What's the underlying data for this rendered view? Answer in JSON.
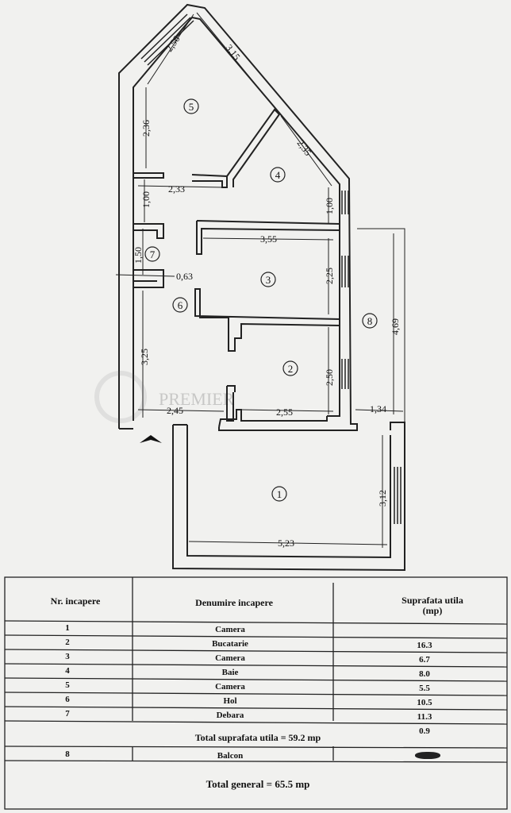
{
  "plan": {
    "dimensions": [
      "2,56",
      "3,15",
      "2,36",
      "2,35",
      "2,33",
      "1,00",
      "1,00",
      "3,55",
      "1,50",
      "0,63",
      "2,25",
      "4,69",
      "3,25",
      "2,50",
      "2,45",
      "2,55",
      "1,34",
      "3,12",
      "5,23"
    ],
    "room_labels": [
      "1",
      "2",
      "3",
      "4",
      "5",
      "6",
      "7",
      "8"
    ],
    "watermark": "PREMIER"
  },
  "table": {
    "headers": [
      "Nr. incapere",
      "Denumire incapere",
      "Suprafata utila (mp)"
    ],
    "rows": [
      {
        "nr": "1",
        "name": "Camera",
        "area": "16.3"
      },
      {
        "nr": "2",
        "name": "Bucatarie",
        "area": "6.7"
      },
      {
        "nr": "3",
        "name": "Camera",
        "area": "8.0"
      },
      {
        "nr": "4",
        "name": "Baie",
        "area": "5.5"
      },
      {
        "nr": "5",
        "name": "Camera",
        "area": "10.5"
      },
      {
        "nr": "6",
        "name": "Hol",
        "area": "11.3"
      },
      {
        "nr": "7",
        "name": "Debara",
        "area": "0.9"
      }
    ],
    "total_util": "Total suprafata utila = 59.2 mp",
    "balcony": {
      "nr": "8",
      "name": "Balcon"
    },
    "total_general": "Total general = 65.5 mp"
  }
}
